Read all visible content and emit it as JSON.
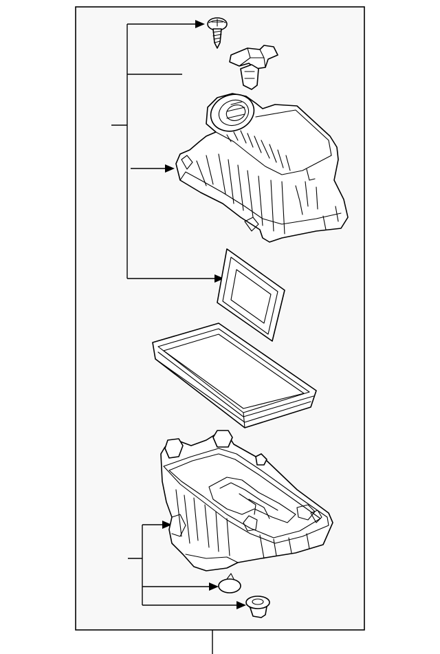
{
  "diagram": {
    "type": "exploded-parts-diagram",
    "frame_border_color": "#000000",
    "background_color": "#f8f8f8",
    "parts": [
      "screw",
      "bracket-clip",
      "upper-housing-cover",
      "gasket-seal",
      "air-filter-element",
      "lower-housing-case",
      "grommet",
      "mounting-bushing"
    ],
    "callout_labels": []
  }
}
